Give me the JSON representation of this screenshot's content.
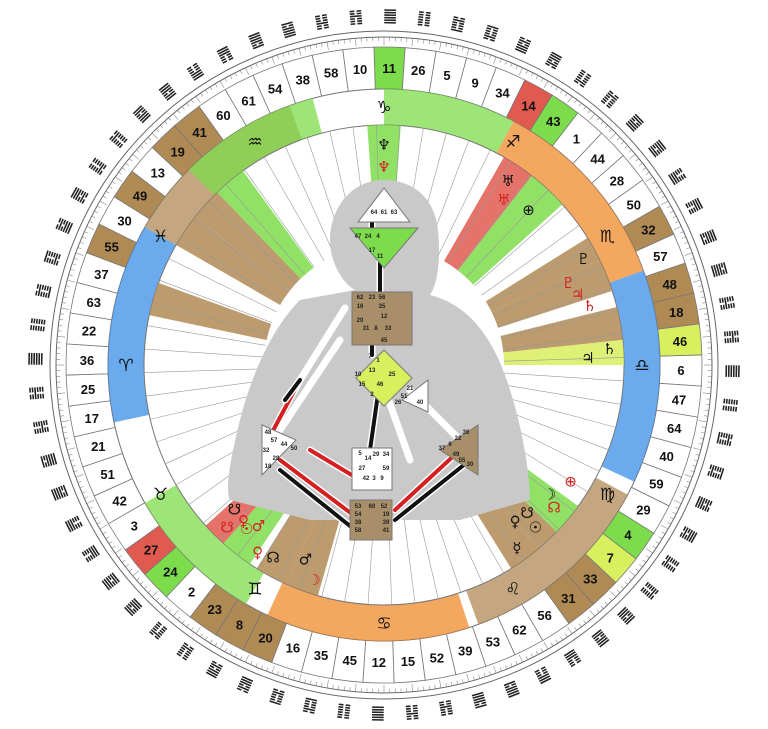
{
  "gates_clockwise_from_top": [
    "11",
    "26",
    "5",
    "9",
    "34",
    "14",
    "43",
    "1",
    "44",
    "28",
    "50",
    "32",
    "57",
    "48",
    "18",
    "46",
    "6",
    "47",
    "64",
    "40",
    "59",
    "29",
    "4",
    "7",
    "33",
    "31",
    "56",
    "62",
    "53",
    "39",
    "52",
    "15",
    "12",
    "45",
    "35",
    "16",
    "20",
    "8",
    "23",
    "2",
    "24",
    "27",
    "3",
    "42",
    "51",
    "21",
    "17",
    "25",
    "36",
    "22",
    "63",
    "37",
    "55",
    "30",
    "49",
    "13",
    "19",
    "41",
    "60",
    "61",
    "54",
    "38",
    "58",
    "10"
  ],
  "gate_highlights": {
    "11": "#7ddc4b",
    "14": "#e05a4f",
    "43": "#7ddc4b",
    "32": "#b08a55",
    "48": "#b08a55",
    "18": "#b08a55",
    "46": "#d8ef5e",
    "4": "#7ddc4b",
    "7": "#d8ef5e",
    "33": "#b08a55",
    "31": "#b08a55",
    "20": "#b08a55",
    "8": "#b08a55",
    "23": "#b08a55",
    "24": "#7ddc4b",
    "27": "#e05a4f",
    "55": "#b08a55",
    "49": "#b08a55",
    "19": "#b08a55",
    "41": "#b08a55"
  },
  "signs": [
    {
      "glyph": "♑",
      "name": "capricorn-icon"
    },
    {
      "glyph": "♐",
      "name": "sagittarius-icon"
    },
    {
      "glyph": "♏",
      "name": "scorpio-icon"
    },
    {
      "glyph": "♎",
      "name": "libra-icon"
    },
    {
      "glyph": "♍",
      "name": "virgo-icon"
    },
    {
      "glyph": "♌",
      "name": "leo-icon"
    },
    {
      "glyph": "♋",
      "name": "cancer-icon"
    },
    {
      "glyph": "♊",
      "name": "gemini-icon"
    },
    {
      "glyph": "♉",
      "name": "taurus-icon"
    },
    {
      "glyph": "♈",
      "name": "aries-icon"
    },
    {
      "glyph": "♓",
      "name": "pisces-icon"
    },
    {
      "glyph": "♒",
      "name": "aquarius-icon"
    }
  ],
  "planets": [
    {
      "glyph": "♆",
      "color": "#111111",
      "name": "neptune-icon"
    },
    {
      "glyph": "♆",
      "color": "#d42020",
      "name": "neptune-icon"
    },
    {
      "glyph": "♅",
      "color": "#111111",
      "name": "uranus-icon"
    },
    {
      "glyph": "♅",
      "color": "#d42020",
      "name": "uranus-icon"
    },
    {
      "glyph": "⊕",
      "color": "#111111",
      "name": "earth-icon"
    },
    {
      "glyph": "♇",
      "color": "#111111",
      "name": "pluto-icon"
    },
    {
      "glyph": "♇",
      "color": "#d42020",
      "name": "pluto-icon"
    },
    {
      "glyph": "♃",
      "color": "#d42020",
      "name": "jupiter-icon"
    },
    {
      "glyph": "♄",
      "color": "#d42020",
      "name": "saturn-icon"
    },
    {
      "glyph": "♄",
      "color": "#111111",
      "name": "saturn-icon"
    },
    {
      "glyph": "♃",
      "color": "#111111",
      "name": "jupiter-icon"
    },
    {
      "glyph": "⊕",
      "color": "#d42020",
      "name": "earth-icon"
    },
    {
      "glyph": "☽",
      "color": "#111111",
      "name": "moon-icon"
    },
    {
      "glyph": "☊",
      "color": "#d42020",
      "name": "north-node-icon"
    },
    {
      "glyph": "☋",
      "color": "#111111",
      "name": "south-node-icon"
    },
    {
      "glyph": "☉",
      "color": "#111111",
      "name": "sun-icon"
    },
    {
      "glyph": "♀",
      "color": "#111111",
      "name": "venus-icon"
    },
    {
      "glyph": "☿",
      "color": "#111111",
      "name": "mercury-icon"
    },
    {
      "glyph": "☽",
      "color": "#d42020",
      "name": "moon-icon"
    },
    {
      "glyph": "♂",
      "color": "#111111",
      "name": "mars-icon"
    },
    {
      "glyph": "☊",
      "color": "#111111",
      "name": "north-node-icon"
    },
    {
      "glyph": "♀",
      "color": "#d42020",
      "name": "venus-icon"
    },
    {
      "glyph": "♂",
      "color": "#d42020",
      "name": "mars-icon"
    },
    {
      "glyph": "☉",
      "color": "#d42020",
      "name": "sun-icon"
    },
    {
      "glyph": "♀",
      "color": "#d42020",
      "name": "venus-icon"
    },
    {
      "glyph": "☋",
      "color": "#d42020",
      "name": "south-node-icon"
    },
    {
      "glyph": "☋",
      "color": "#111111",
      "name": "south-node-icon"
    }
  ],
  "bodygraph": {
    "head": [
      "64",
      "61",
      "63"
    ],
    "ajna": [
      "47",
      "24",
      "4",
      "17",
      "11"
    ],
    "throat": [
      "62",
      "23",
      "56",
      "16",
      "35",
      "20",
      "12",
      "31",
      "8",
      "33",
      "45"
    ],
    "g": [
      "7",
      "1",
      "13",
      "10",
      "25",
      "15",
      "46",
      "2"
    ],
    "ego": [
      "21",
      "51",
      "26",
      "40"
    ],
    "spleen": [
      "48",
      "57",
      "44",
      "50",
      "32",
      "28",
      "18"
    ],
    "solar": [
      "36",
      "22",
      "6",
      "37",
      "49",
      "55",
      "30"
    ],
    "sacral": [
      "5",
      "14",
      "29",
      "34",
      "27",
      "42",
      "3",
      "9",
      "59"
    ],
    "root": [
      "53",
      "60",
      "52",
      "54",
      "19",
      "38",
      "39",
      "58",
      "41"
    ]
  },
  "colors": {
    "ring_stroke": "#777777",
    "tan": "#b08a55",
    "green": "#7ddc4b",
    "red": "#e05a4f",
    "yellow": "#d8ef5e",
    "blue": "#3a8ee6",
    "orange": "#f08a2a",
    "body_gray": "#c9c9c9",
    "centre_tan": "#a88f6a",
    "centre_white": "#ffffff"
  }
}
